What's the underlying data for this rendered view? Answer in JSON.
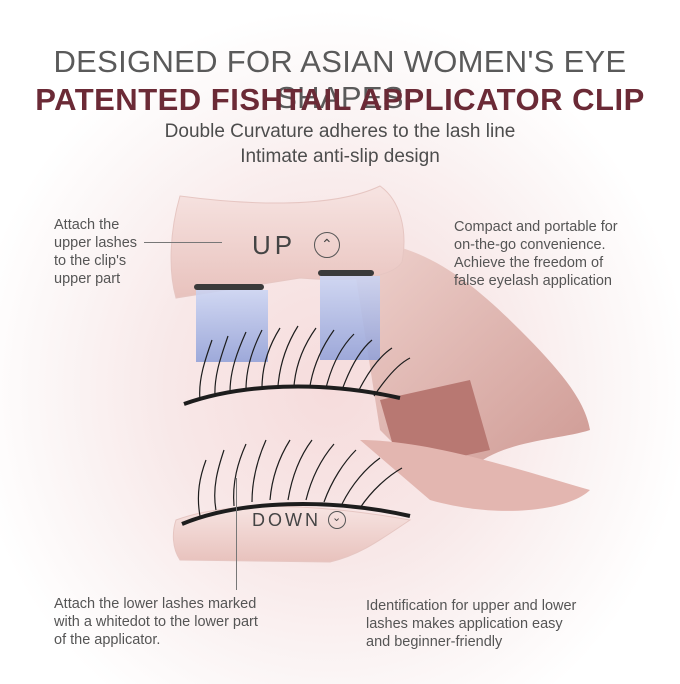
{
  "headline": {
    "line1": "DESIGNED FOR ASIAN WOMEN'S EYE SHAPES",
    "line2": "PATENTED FISHTAIL APPLICATOR CLIP",
    "line3": "Double Curvature   adheres to the lash line",
    "line4": "Intimate anti-slip design"
  },
  "notes": {
    "top_left": "Attach the\nupper lashes\nto the clip's\nupper part",
    "top_right": "Compact and portable for\non-the-go convenience.\nAchieve the freedom of\nfalse eyelash application",
    "bottom_left": "Attach the lower lashes marked\nwith a whitedot to the lower part\nof the applicator.",
    "bottom_right": "Identification for upper and lower\n lashes makes application easy\nand beginner-friendly"
  },
  "clip": {
    "up_label": "UP",
    "down_label": "DOWN",
    "up_icon": "chevron-up-circle-icon",
    "down_icon": "chevron-down-circle-icon"
  },
  "colors": {
    "title_accent": "#6b2a36",
    "clip_pink": "#f0d2cf",
    "clip_shadow": "#d9aaa5"
  }
}
